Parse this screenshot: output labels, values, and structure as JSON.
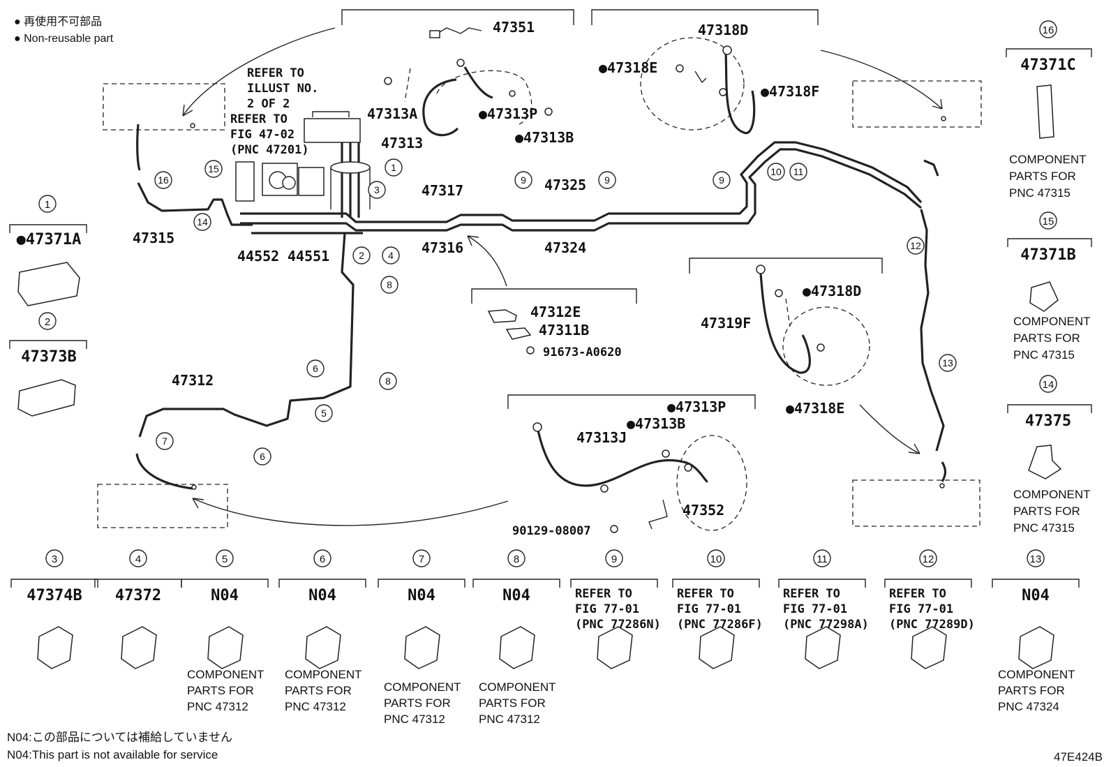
{
  "legend": {
    "line_jp": "● 再使用不可部品",
    "line_en": "● Non-reusable part"
  },
  "footer": {
    "note_jp": "N04:この部品については補給していません",
    "note_en": "N04:This part is not available for service",
    "drawing_id": "47E424B"
  },
  "refer_notes": {
    "illust": [
      "REFER TO",
      "ILLUST NO.",
      "2 OF 2"
    ],
    "fig4702": [
      "REFER TO",
      "FIG 47-02",
      "(PNC 47201)"
    ]
  },
  "main_parts": [
    {
      "id": "47351",
      "label": "47351"
    },
    {
      "id": "47313A",
      "label": "47313A"
    },
    {
      "id": "47313P-top",
      "label": "●47313P"
    },
    {
      "id": "47313B-top",
      "label": "●47313B"
    },
    {
      "id": "47313",
      "label": "47313"
    },
    {
      "id": "47318D-top",
      "label": "47318D"
    },
    {
      "id": "47318E-top",
      "label": "●47318E"
    },
    {
      "id": "47318F",
      "label": "●47318F"
    },
    {
      "id": "47315",
      "label": "47315"
    },
    {
      "id": "44552",
      "label": "44552"
    },
    {
      "id": "44551",
      "label": "44551"
    },
    {
      "id": "47317",
      "label": "47317"
    },
    {
      "id": "47316",
      "label": "47316"
    },
    {
      "id": "47325",
      "label": "47325"
    },
    {
      "id": "47324",
      "label": "47324"
    },
    {
      "id": "47312E",
      "label": "47312E"
    },
    {
      "id": "47311B",
      "label": "47311B"
    },
    {
      "id": "91673-A0620",
      "label": "91673-A0620"
    },
    {
      "id": "47312",
      "label": "47312"
    },
    {
      "id": "47319F",
      "label": "47319F"
    },
    {
      "id": "47318D-mid",
      "label": "●47318D"
    },
    {
      "id": "47318E-mid",
      "label": "●47318E"
    },
    {
      "id": "47313P-low",
      "label": "●47313P"
    },
    {
      "id": "47313B-low",
      "label": "●47313B"
    },
    {
      "id": "47313J",
      "label": "47313J"
    },
    {
      "id": "47352",
      "label": "47352"
    },
    {
      "id": "90129-08007-low",
      "label": "90129-08007"
    }
  ],
  "side_items": [
    {
      "num": "16",
      "part": "47371C",
      "comp": [
        "COMPONENT",
        "PARTS FOR",
        "PNC 47315"
      ]
    },
    {
      "num": "15",
      "part": "47371B",
      "comp": [
        "COMPONENT",
        "PARTS FOR",
        "PNC 47315"
      ]
    },
    {
      "num": "14",
      "part": "47375",
      "comp": [
        "COMPONENT",
        "PARTS FOR",
        "PNC 47315"
      ]
    },
    {
      "num": "1",
      "part": "●47371A",
      "comp": []
    },
    {
      "num": "2",
      "part": "47373B",
      "comp": []
    }
  ],
  "bottom_items": [
    {
      "num": "3",
      "part": "47374B",
      "comp": []
    },
    {
      "num": "4",
      "part": "47372",
      "comp": []
    },
    {
      "num": "5",
      "part": "N04",
      "comp": [
        "COMPONENT",
        "PARTS FOR",
        "PNC 47312"
      ]
    },
    {
      "num": "6",
      "part": "N04",
      "comp": [
        "COMPONENT",
        "PARTS FOR",
        "PNC 47312"
      ]
    },
    {
      "num": "7",
      "part": "N04",
      "comp": [
        "COMPONENT",
        "PARTS FOR",
        "PNC 47312"
      ]
    },
    {
      "num": "8",
      "part": "N04",
      "comp": [
        "COMPONENT",
        "PARTS FOR",
        "PNC 47312"
      ]
    },
    {
      "num": "9",
      "refer": [
        "REFER TO",
        "FIG 77-01",
        "(PNC 77286N)"
      ]
    },
    {
      "num": "10",
      "refer": [
        "REFER TO",
        "FIG 77-01",
        "(PNC 77286F)"
      ]
    },
    {
      "num": "11",
      "refer": [
        "REFER TO",
        "FIG 77-01",
        "(PNC 77298A)"
      ]
    },
    {
      "num": "12",
      "refer": [
        "REFER TO",
        "FIG 77-01",
        "(PNC 77289D)"
      ]
    },
    {
      "num": "13",
      "part": "N04",
      "comp": [
        "COMPONENT",
        "PARTS FOR",
        "PNC 47324"
      ]
    }
  ],
  "callouts": [
    "1",
    "2",
    "3",
    "4",
    "5",
    "6",
    "7",
    "8",
    "9",
    "10",
    "11",
    "12",
    "13",
    "14",
    "15",
    "16"
  ]
}
